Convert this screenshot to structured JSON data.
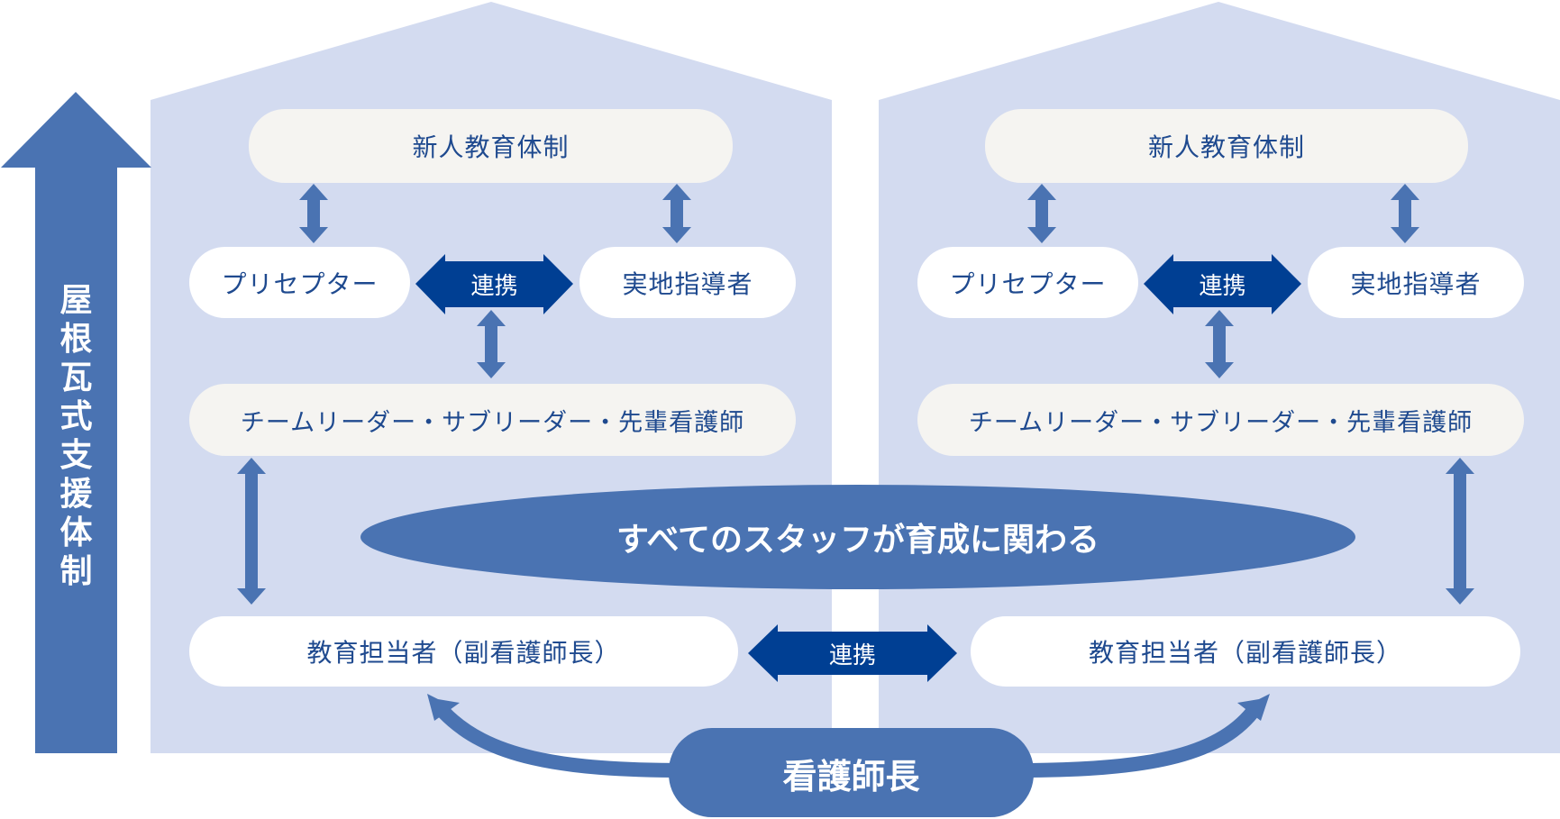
{
  "side_arrow": {
    "label": "屋根瓦式支援体制"
  },
  "houses": [
    {
      "top": "新人教育体制",
      "left_role": "プリセプター",
      "right_role": "実地指導者",
      "link": "連携",
      "middle": "チームリーダー・サブリーダー・先輩看護師",
      "bottom": "教育担当者（副看護師長）"
    },
    {
      "top": "新人教育体制",
      "left_role": "プリセプター",
      "right_role": "実地指導者",
      "link": "連携",
      "middle": "チームリーダー・サブリーダー・先輩看護師",
      "bottom": "教育担当者（副看護師長）"
    }
  ],
  "center_ellipse": "すべてのスタッフが育成に関わる",
  "bottom_link": "連携",
  "head_nurse": "看護師長",
  "colors": {
    "house_fill": "#d3dbf0",
    "arrow_blue": "#4a73b2",
    "dark_blue": "#003f93",
    "text_blue": "#1f4a8f",
    "pill_grey": "#f5f4f1"
  }
}
